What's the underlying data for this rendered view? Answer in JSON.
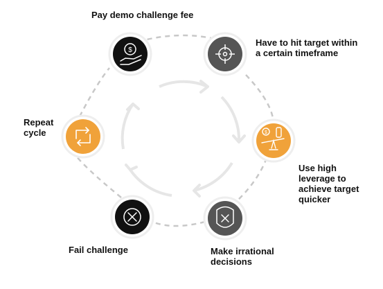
{
  "steps": [
    {
      "id": "pay",
      "label": "Pay demo challenge fee",
      "icon": "dollar-coin-hand-icon",
      "node_color": "#111111"
    },
    {
      "id": "target",
      "label": "Have to hit target within\na certain timeframe",
      "icon": "crosshair-target-icon",
      "node_color": "#555555"
    },
    {
      "id": "leverage",
      "label": "Use high\nleverage to\nachieve target\nquicker",
      "icon": "leverage-scale-icon",
      "node_color": "#F0A23A"
    },
    {
      "id": "decide",
      "label": "Make irrational\ndecisions",
      "icon": "confused-face-icon",
      "node_color": "#555555"
    },
    {
      "id": "fail",
      "label": "Fail challenge",
      "icon": "x-circle-icon",
      "node_color": "#111111"
    },
    {
      "id": "repeat",
      "label": "Repeat\ncycle",
      "icon": "repeat-cycle-icon",
      "node_color": "#F0A23A"
    }
  ],
  "colors": {
    "accent": "#F0A23A",
    "dark": "#111111",
    "gray": "#555555",
    "connector": "#C8C8C8",
    "inner_ring": "#E6E6E6"
  }
}
